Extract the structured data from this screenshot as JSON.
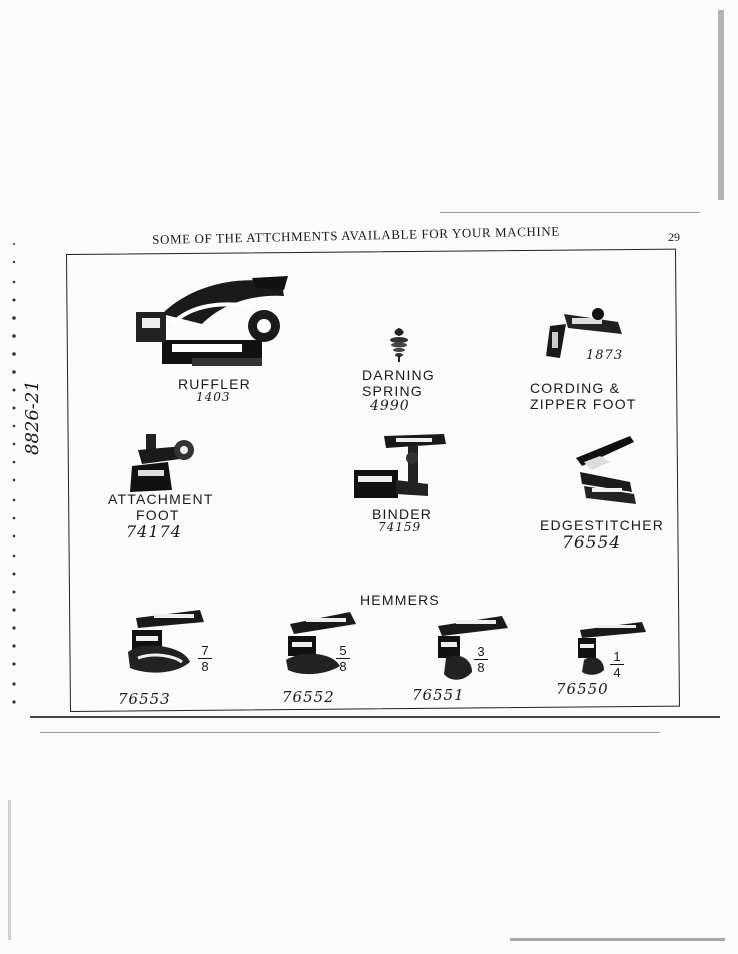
{
  "page": {
    "number": "29",
    "title": "SOME OF THE ATTCHMENTS AVAILABLE FOR YOUR MACHINE",
    "margin_note": "8826-21"
  },
  "attachments": [
    {
      "label": "RUFFLER",
      "part": "1403"
    },
    {
      "label_line1": "DARNING",
      "label_line2": "SPRING",
      "part": "4990"
    },
    {
      "label_line1": "CORDING &",
      "label_line2": "ZIPPER FOOT",
      "part": "1873"
    },
    {
      "label_line1": "ATTACHMENT",
      "label_line2": "FOOT",
      "part": "74174"
    },
    {
      "label": "BINDER",
      "part": "74159"
    },
    {
      "label": "EDGESTITCHER",
      "part": "76554"
    }
  ],
  "hemmers": {
    "heading": "HEMMERS",
    "items": [
      {
        "num": "7",
        "den": "8",
        "part": "76553"
      },
      {
        "num": "5",
        "den": "8",
        "part": "76552"
      },
      {
        "num": "3",
        "den": "8",
        "part": "76551"
      },
      {
        "num": "1",
        "den": "4",
        "part": "76550"
      }
    ]
  },
  "icons": [
    "ruffler-icon",
    "darning-spring-icon",
    "cording-zipper-foot-icon",
    "attachment-foot-icon",
    "binder-icon",
    "edgestitcher-icon",
    "hemmer-icon"
  ]
}
